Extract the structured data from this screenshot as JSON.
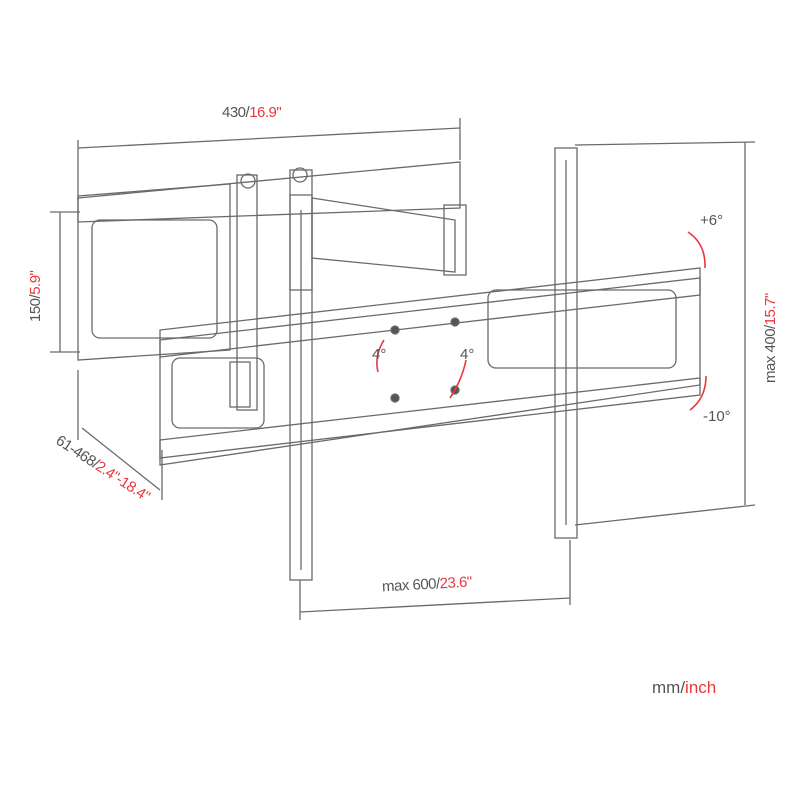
{
  "diagram": {
    "subject": "TV wall mount bracket",
    "colors": {
      "line": "#6a6a6a",
      "accent": "#e8383d",
      "text": "#555555"
    },
    "dimensions": {
      "arm_width": {
        "mm": "430/",
        "inch": "16.9\""
      },
      "wall_plate_height": {
        "mm": "150/",
        "inch": "5.9\""
      },
      "extension": {
        "mm": "61-468/",
        "inch": "2.4\"-18.4\""
      },
      "vesa_width": {
        "mm": "max 600/",
        "inch": "23.6\""
      },
      "vesa_height": {
        "mm": "max 400/",
        "inch": "15.7\""
      }
    },
    "angles": {
      "tilt_up": "+6°",
      "tilt_down": "-10°",
      "swivel_left": "4°",
      "swivel_right": "4°"
    },
    "units_legend": {
      "mm": "mm/",
      "inch": "inch"
    }
  }
}
